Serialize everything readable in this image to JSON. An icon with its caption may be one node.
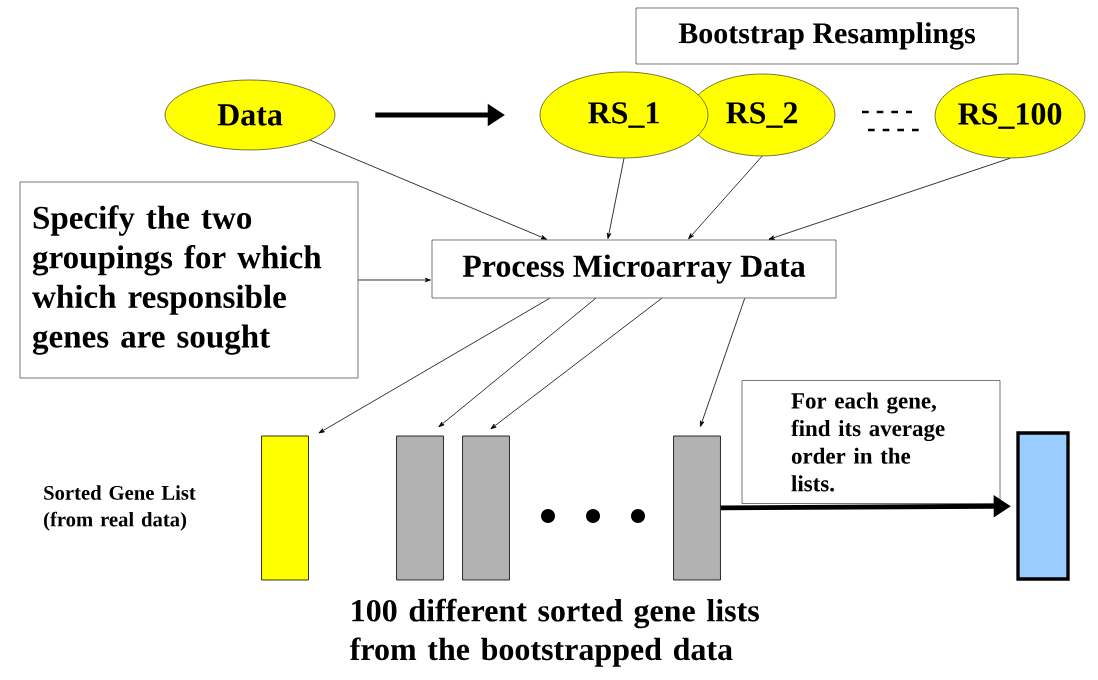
{
  "diagram": {
    "nodes": [
      {
        "text": [
          "Bootstrap Resamplings"
        ]
      },
      {
        "text": [
          "Data"
        ]
      },
      {
        "text": [
          "RS_1"
        ]
      },
      {
        "text": [
          "RS_2"
        ]
      },
      {
        "text": [
          "RS_100"
        ]
      },
      {
        "text": [
          "Specify the two groupings for which which responsible genes are sought"
        ]
      },
      {
        "text": [
          "Process Microarray Data"
        ]
      },
      {
        "text": [
          "For each gene, find its average order in the lists."
        ]
      },
      {
        "text": [],
        "shape": "bar",
        "beside": [
          "Sorted Gene List (from real data)"
        ]
      },
      {
        "text": [],
        "shape": "bar"
      },
      {
        "text": [],
        "shape": "bar"
      },
      {
        "text": [],
        "shape": "bar"
      },
      {
        "text": [],
        "shape": "bar"
      }
    ],
    "edges": [
      {
        "from": 1,
        "to": 2,
        "arrow": "to",
        "style": "thick"
      },
      {
        "from": 1,
        "to": 6,
        "arrow": "to"
      },
      {
        "from": 2,
        "to": 6,
        "arrow": "to"
      },
      {
        "from": 3,
        "to": 6,
        "arrow": "to"
      },
      {
        "from": 4,
        "to": 6,
        "arrow": "to"
      },
      {
        "from": 5,
        "to": 6,
        "arrow": "to"
      },
      {
        "from": 6,
        "to": 8,
        "arrow": "to"
      },
      {
        "from": 6,
        "to": 9,
        "arrow": "to"
      },
      {
        "from": 6,
        "to": 10,
        "arrow": "to"
      },
      {
        "from": 6,
        "to": 11,
        "arrow": "to"
      },
      {
        "from": 11,
        "to": 12,
        "arrow": "to",
        "style": "thick"
      }
    ],
    "labels": [
      "100 different sorted gene lists from the bootstrapped data"
    ]
  }
}
